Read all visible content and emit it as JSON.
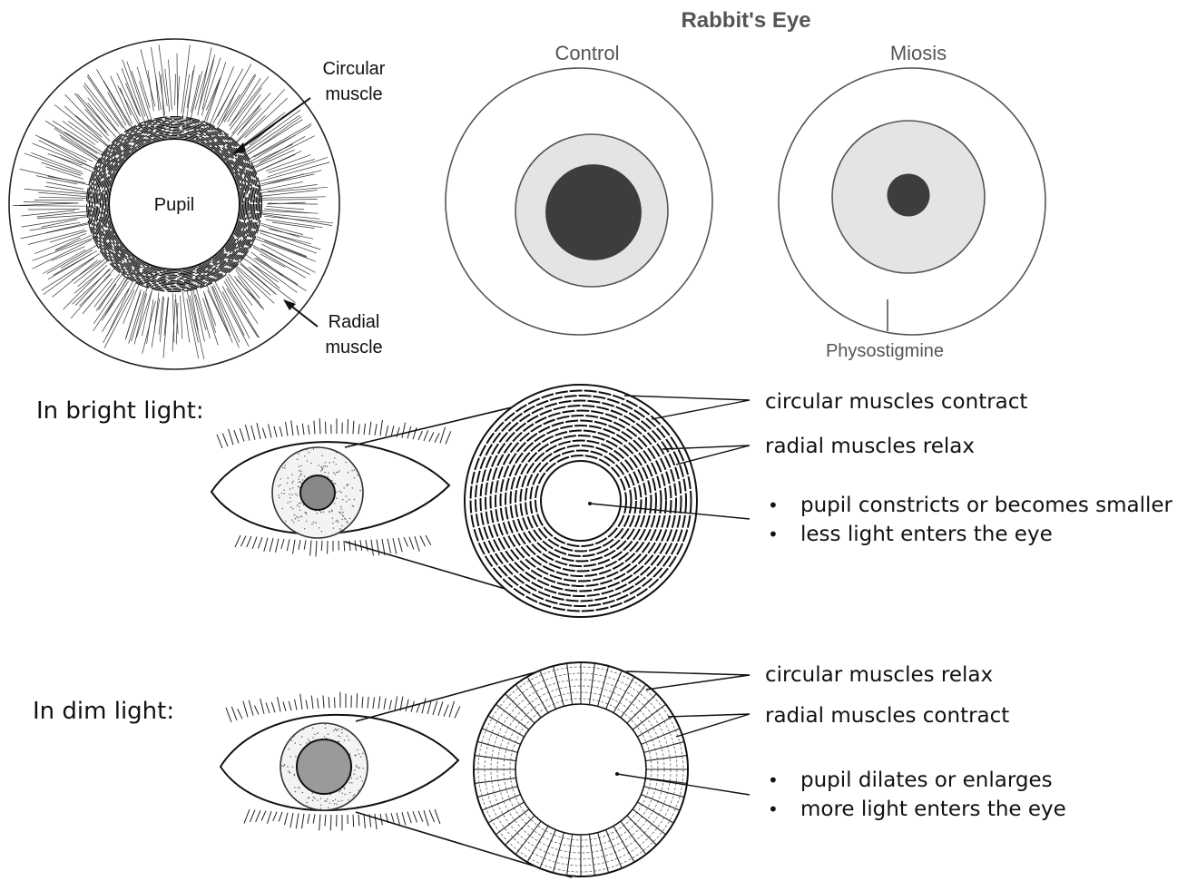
{
  "iris_diagram": {
    "pupil_label": "Pupil",
    "circular_label": [
      "Circular",
      "muscle"
    ],
    "radial_label": [
      "Radial",
      "muscle"
    ]
  },
  "rabbit": {
    "title": "Rabbit's Eye",
    "control_label": "Control",
    "miosis_label": "Miosis",
    "drug_label": "Physostigmine",
    "control_pupil_fraction": 0.36,
    "miosis_pupil_fraction": 0.16,
    "colors": {
      "iris": "#e4e4e4",
      "pupil": "#3d3d3d",
      "stroke": "#555555"
    }
  },
  "bright": {
    "heading": "In bright light:",
    "muscle_lines": [
      "circular muscles contract",
      "radial muscles relax"
    ],
    "bullets": [
      "pupil constricts or becomes smaller",
      "less light enters the eye"
    ]
  },
  "dim": {
    "heading": "In dim light:",
    "muscle_lines": [
      "circular muscles relax",
      "radial muscles contract"
    ],
    "bullets": [
      "pupil dilates or enlarges",
      "more light enters the eye"
    ]
  },
  "bullet_glyph": "•"
}
